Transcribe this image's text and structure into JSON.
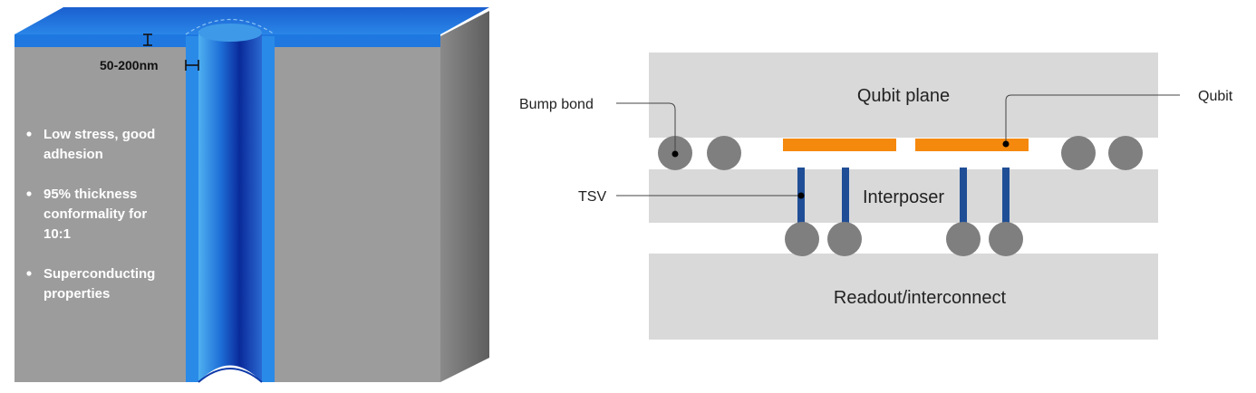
{
  "left_panel": {
    "thickness_label": "50-200nm",
    "bullets": [
      {
        "lines": [
          "Low stress, good",
          "adhesion"
        ]
      },
      {
        "lines": [
          "95% thickness",
          "conformality for",
          "10:1"
        ]
      },
      {
        "lines": [
          "Superconducting",
          "properties"
        ]
      }
    ],
    "colors": {
      "substrate": "#9b9b9b",
      "substrate_side": "#6e6e6e",
      "film": "#1e78e0",
      "via_dark": "#0a2a9a"
    }
  },
  "right_panel": {
    "layers": {
      "qubit_plane": "Qubit plane",
      "interposer": "Interposer",
      "readout": "Readout/interconnect"
    },
    "callouts": {
      "bump_bond": "Bump bond",
      "qubit": "Qubit",
      "tsv": "TSV"
    },
    "colors": {
      "layer_fill": "#d9d9d9",
      "bump": "#7f7f7f",
      "qubit_pad": "#f5890e",
      "tsv": "#1f4e96"
    }
  }
}
